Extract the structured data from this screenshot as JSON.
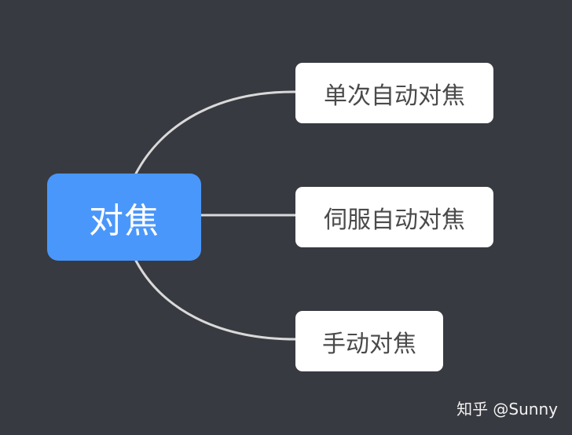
{
  "mindmap": {
    "root": {
      "label": "对焦"
    },
    "children": [
      {
        "label": "单次自动对焦"
      },
      {
        "label": "伺服自动对焦"
      },
      {
        "label": "手动对焦"
      }
    ]
  },
  "watermark": {
    "text": "知乎 @Sunny"
  },
  "colors": {
    "background": "#383a41",
    "root_fill": "#4a97fb",
    "child_fill": "#ffffff",
    "connector": "#d9d9d9"
  }
}
